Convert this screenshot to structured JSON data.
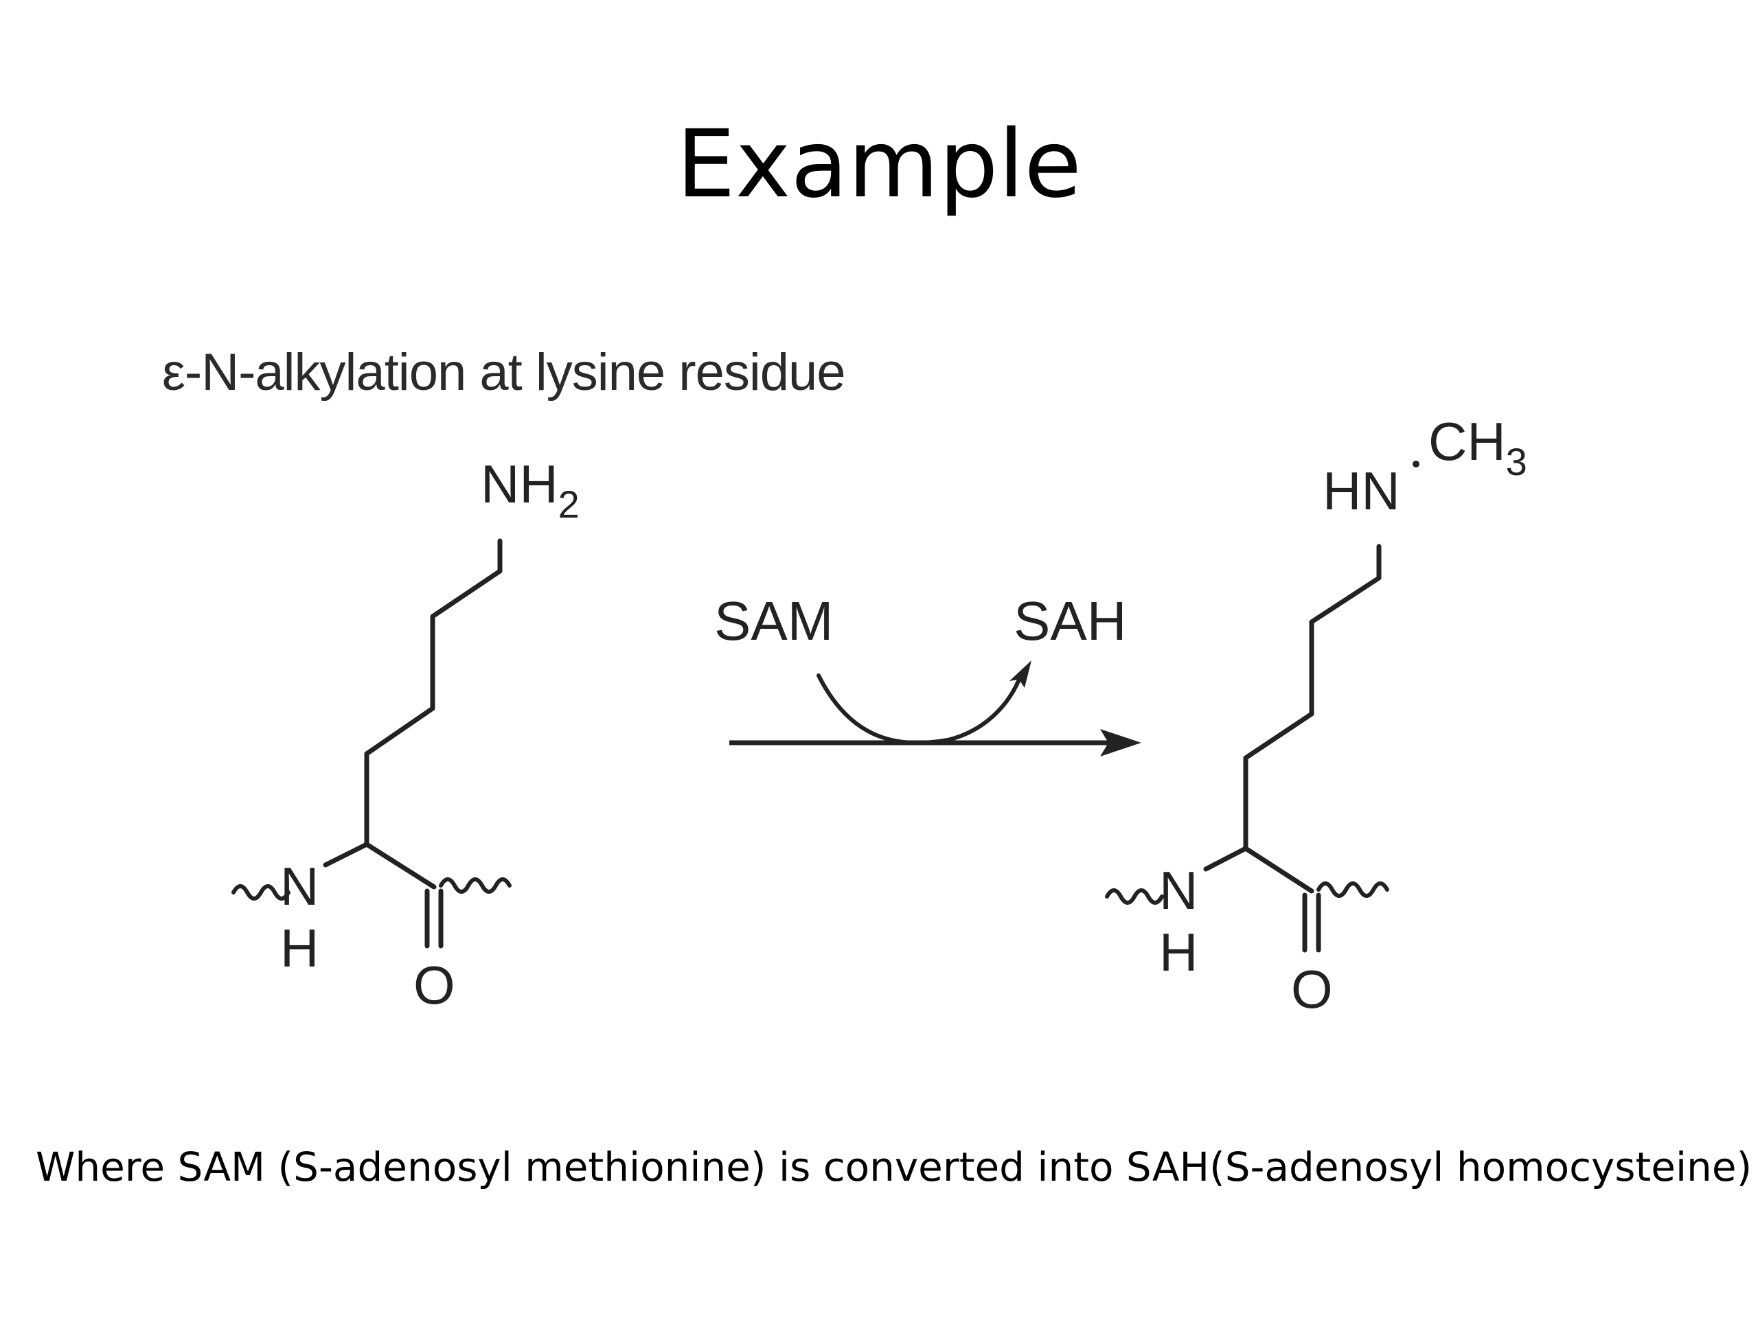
{
  "slide": {
    "title": "Example",
    "subtitle": "ε-N-alkylation at lysine residue",
    "caption": "Where SAM (S-adenosyl methionine) is converted into SAH(S-adenosyl homocysteine)"
  },
  "reactant": {
    "amine_main": "NH",
    "amine_sub": "2",
    "backbone_n": "N",
    "backbone_h": "H",
    "carbonyl_o": "O"
  },
  "reaction": {
    "cofactor_in": "SAM",
    "cofactor_out": "SAH"
  },
  "product": {
    "amine_hn": "HN",
    "methyl_main": "CH",
    "methyl_sub": "3",
    "backbone_n": "N",
    "backbone_h": "H",
    "carbonyl_o": "O"
  },
  "colors": {
    "text": "#000000",
    "structure": "#222222",
    "background": "#ffffff"
  }
}
